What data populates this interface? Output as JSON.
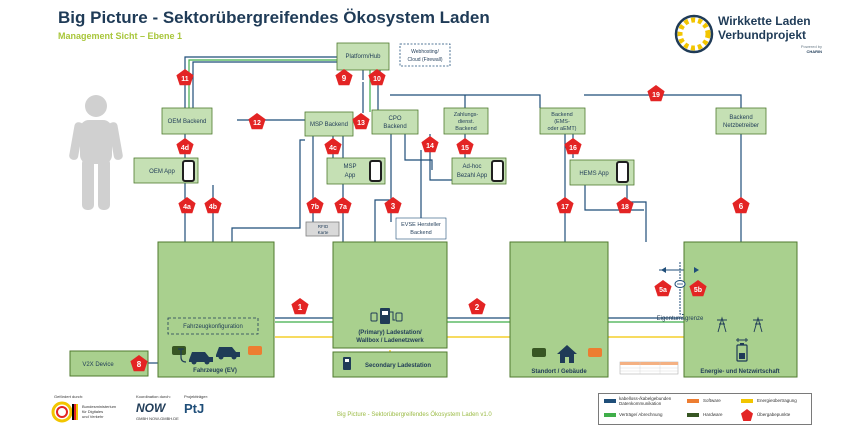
{
  "header": {
    "title": "Big Picture - Sektorübergreifendes Ökosystem Laden",
    "subtitle": "Management Sicht – Ebene 1",
    "logo_line1": "Wirkkette Laden",
    "logo_line2": "Verbundprojekt",
    "powered_by": "Powered by",
    "powered_by_brand": "CHARIN"
  },
  "boxes": {
    "platform_hub": "Platform/Hub",
    "webhosting_line1": "Webhosting/",
    "webhosting_line2": "Cloud (Firewall)",
    "oem_backend": "OEM Backend",
    "msp_backend": "MSP Backend",
    "cpo_line1": "CPO",
    "cpo_line2": "Backend",
    "payment_line1": "Zahlungs-",
    "payment_line2": "dienst.",
    "payment_line3": "Backend",
    "ems_line1": "Backend",
    "ems_line2": "(EMS-",
    "ems_line3": "oder aEMT)",
    "grid_line1": "Backend",
    "grid_line2": "Netzbetreiber",
    "oem_app": "OEM App",
    "msp_app_line1": "MSP",
    "msp_app_line2": "App",
    "adhoc_line1": "Ad-hoc",
    "adhoc_line2": "Bezahl App",
    "hems_app": "HEMS App",
    "rfid_line1": "RFID",
    "rfid_line2": "Karte",
    "evse_line1": "EVSE Hersteller",
    "evse_line2": "Backend",
    "vehicle_config": "Fahrzeugkonfiguration",
    "vehicles": "Fahrzeuge (EV)",
    "wallbox_line1": "(Primary) Ladestation/",
    "wallbox_line2": "Wallbox / Ladenetzwerk",
    "secondary": "Secondary Ladestation",
    "site": "Standort / Gebäude",
    "energy": "Energie- und Netzwirtschaft",
    "v2x": "V2X Device",
    "ownership": "Eigentumsgrenze"
  },
  "transfer_points": [
    "11",
    "9",
    "10",
    "12",
    "13",
    "19",
    "4d",
    "4c",
    "14",
    "15",
    "16",
    "4a",
    "4b",
    "7b",
    "7a",
    "3",
    "17",
    "18",
    "6",
    "1",
    "2",
    "5a",
    "5b",
    "8"
  ],
  "legend": {
    "cable_line1": "kabelloss-/kabelgebunden",
    "cable_line2": "Datenkommunikation",
    "contracts": "Verträge/ Abrechnung",
    "software": "Software",
    "hardware": "Hardware",
    "energy_transfer": "Energieübertragung",
    "transfer_points": "Übergabepunkte"
  },
  "colors": {
    "box_fill": "#a9d08e",
    "box_border": "#4f7a2e",
    "data_line": "#1f4e79",
    "contract_line": "#3fae49",
    "energy_line": "#f2c500",
    "pentagon": "#e32424",
    "software": "#ed7d31",
    "hardware": "#375623",
    "title": "#1f3b57"
  },
  "footer": {
    "text": "Big Picture - Sektorübergreifendes Ökosystem Laden v1.0",
    "funded_by": "Gefördert durch:",
    "ministry_line1": "Bundesministerium",
    "ministry_line2": "für Digitales",
    "ministry_line3": "und Verkehr",
    "coordination": "Koordination durch:",
    "now_brand": "NOW",
    "now_sub": "GMBH   NOW-GMBH.DE",
    "project_lead": "Projektträger:",
    "ptj_brand": "PtJ"
  }
}
